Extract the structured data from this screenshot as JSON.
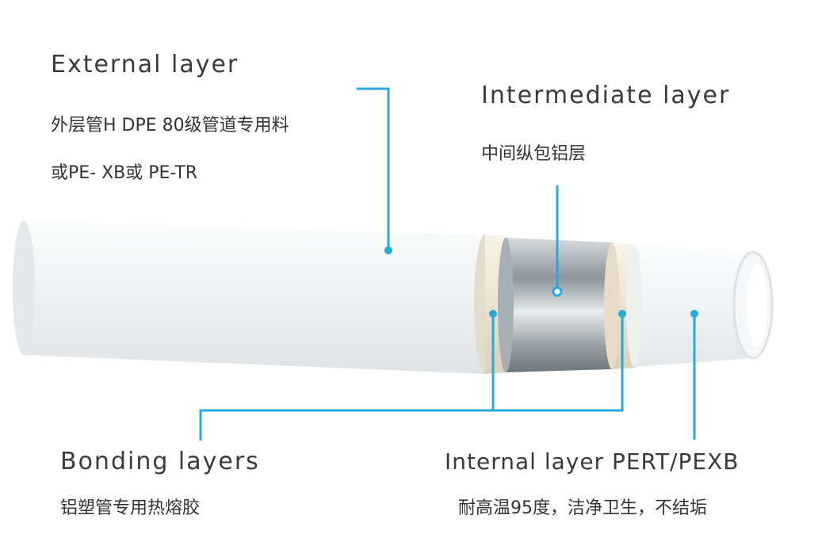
{
  "labels": {
    "external": {
      "title": "External  layer",
      "line1": "外层管H   DPE  80级管道专用料",
      "line2": "或PE-  XB或  PE-TR"
    },
    "intermediate": {
      "title": "Intermediate  layer",
      "line1": "中间纵包铝层"
    },
    "bonding": {
      "title": "Bonding  layers",
      "line1": "铝塑管专用热熔胶"
    },
    "internal": {
      "title": "Internal  layer  PERT/PEXB",
      "line1": "耐高温95度，洁净卫生，不结垢"
    }
  },
  "colors": {
    "leader_line": "#27a9d9",
    "pipe_white": "#eef1f3",
    "aluminum": "#b9bfc4",
    "bonding": "#efe6d6"
  }
}
